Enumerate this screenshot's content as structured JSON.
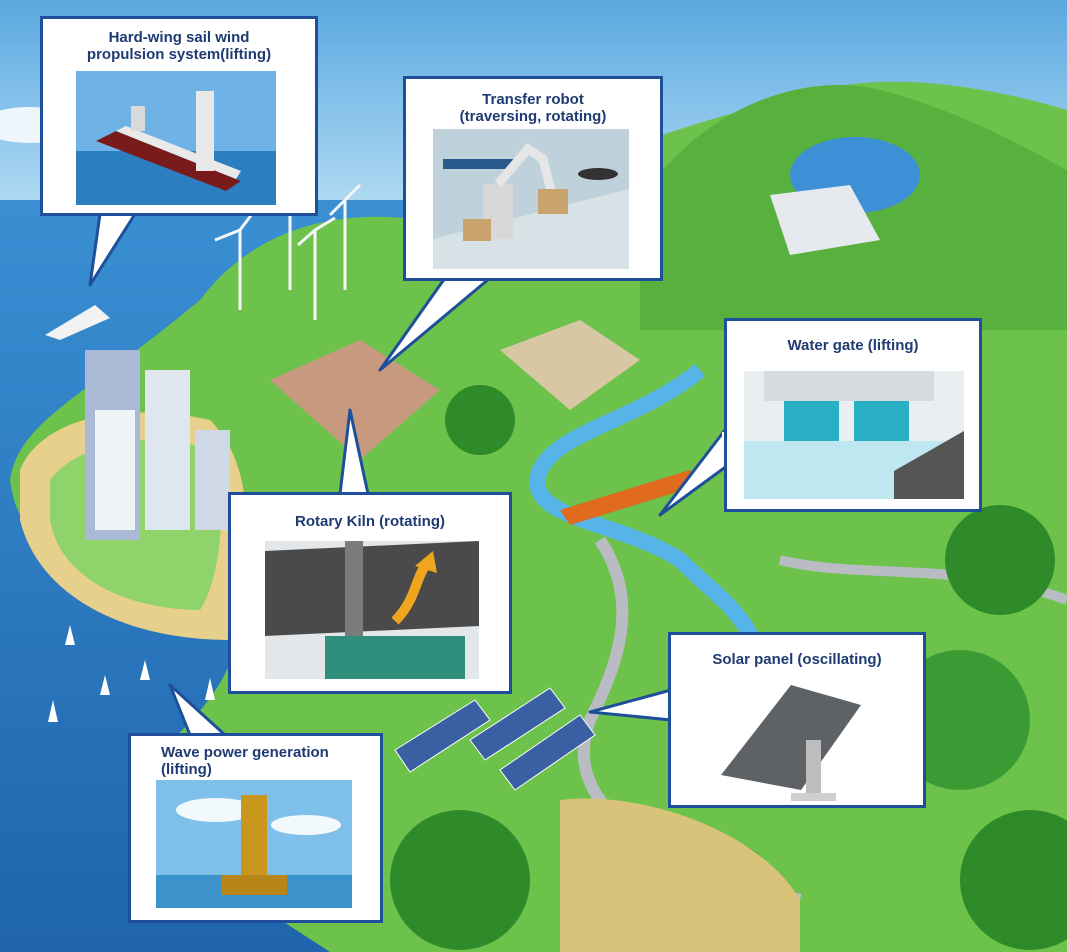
{
  "callouts": {
    "sail": {
      "title_line1": "Hard-wing sail wind",
      "title_line2": "propulsion system(lifting)"
    },
    "robot": {
      "title_line1": "Transfer robot",
      "title_line2": "(traversing, rotating)"
    },
    "watergate": {
      "title": "Water gate (lifting)"
    },
    "kiln": {
      "title": "Rotary Kiln (rotating)"
    },
    "solar": {
      "title": "Solar panel (oscillating)"
    },
    "wave": {
      "title_line1": "Wave power generation",
      "title_line2": "(lifting)"
    }
  },
  "colors": {
    "callout_border": "#1f4f9a",
    "callout_title": "#1f3b73",
    "sea": "#2f7fc7",
    "sky": "#8ec9ee",
    "land": "#6cc24a",
    "forest": "#2f8a2a"
  },
  "icons": [
    "ship-icon",
    "robot-arm-icon",
    "dam-icon",
    "kiln-icon",
    "solar-tracker-icon",
    "buoy-icon",
    "wind-turbine-icon"
  ]
}
